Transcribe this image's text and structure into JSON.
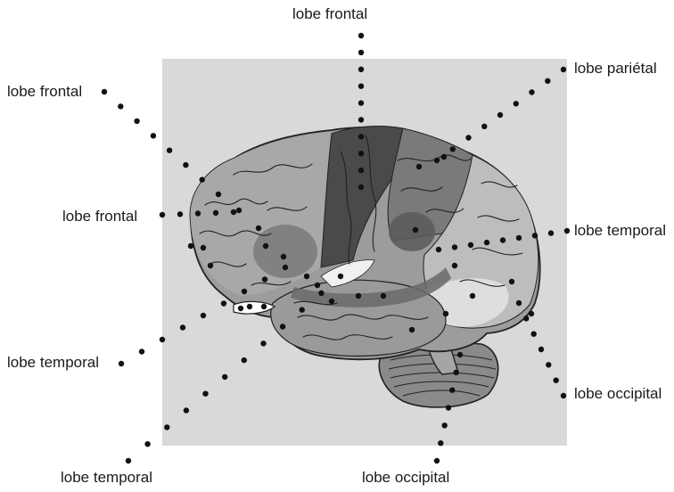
{
  "labels": {
    "top_center": "lobe frontal",
    "upper_left": "lobe frontal",
    "mid_left": "lobe frontal",
    "upper_right": "lobe pariétal",
    "mid_right": "lobe temporal",
    "lower_left": "lobe temporal",
    "bottom_left": "lobe temporal",
    "bottom_center": "lobe occipital",
    "lower_right": "lobe occipital"
  },
  "colors": {
    "panel": "#d8d9da",
    "dot": "#111111",
    "region_dark": "#4a4a4a",
    "region_mid": "#8c8c8c",
    "region_light": "#b9b9b9",
    "region_lighter": "#d0d0d0",
    "highlight_white": "#e8e8e8"
  }
}
